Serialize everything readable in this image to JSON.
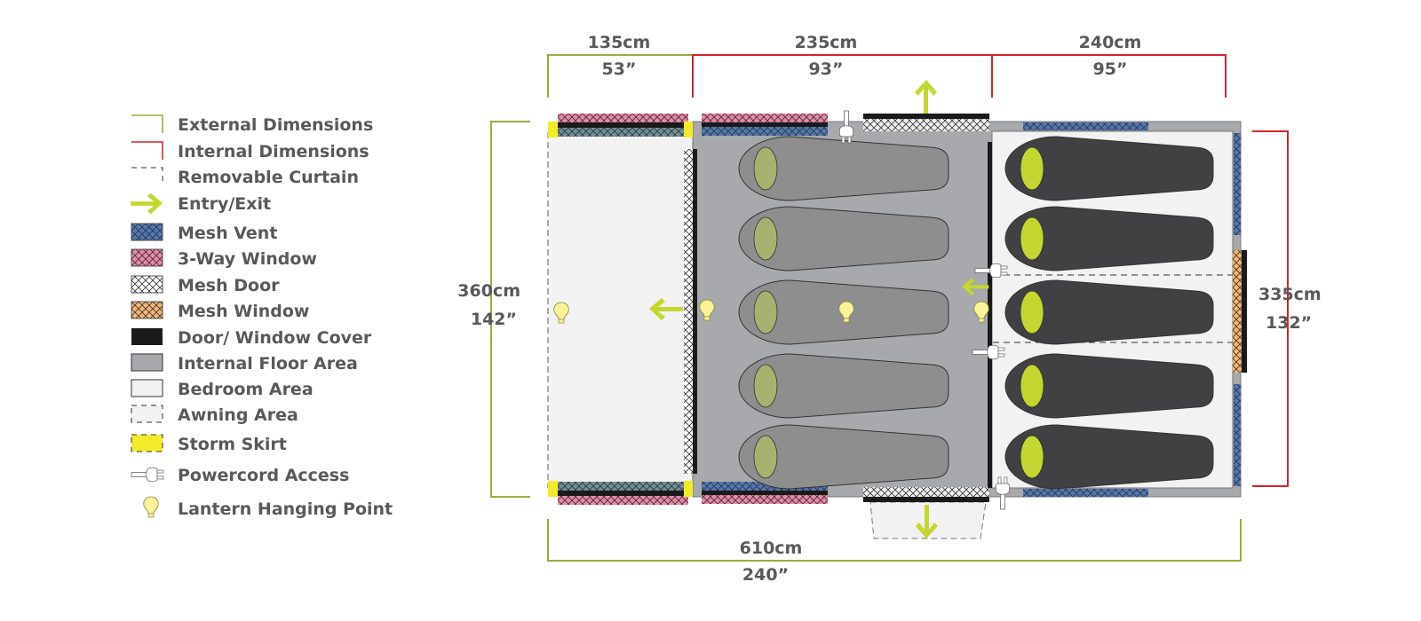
{
  "colors": {
    "external": "#9aad3c",
    "internal": "#d2232a",
    "arrow": "#c3d730",
    "mesh_vent": "#4f78b6",
    "three_way": "#ea87a8",
    "mesh_door": "#ffffff",
    "mesh_window": "#f5b577",
    "cover": "#1a1a1a",
    "floor": "#a7a9ac",
    "bedroom": "#f2f2f2",
    "storm": "#f3eb2a",
    "bag_dark": "#414042",
    "bag_grey": "#8e8e8e",
    "head_bright": "#c3d730",
    "head_dull": "#a8b170",
    "bulb": "#f9f39a"
  },
  "legend": [
    {
      "label": "External Dimensions",
      "icon": "external-dimension-icon"
    },
    {
      "label": "Internal Dimensions",
      "icon": "internal-dimension-icon"
    },
    {
      "label": "Removable Curtain",
      "icon": "curtain-icon"
    },
    {
      "label": "Entry/Exit",
      "icon": "arrow-icon"
    },
    {
      "label": "Mesh Vent",
      "icon": "mesh-vent-icon"
    },
    {
      "label": "3-Way Window",
      "icon": "three-way-window-icon"
    },
    {
      "label": "Mesh Door",
      "icon": "mesh-door-icon"
    },
    {
      "label": "Mesh Window",
      "icon": "mesh-window-icon"
    },
    {
      "label": "Door/ Window Cover",
      "icon": "cover-icon"
    },
    {
      "label": "Internal Floor Area",
      "icon": "floor-icon"
    },
    {
      "label": "Bedroom Area",
      "icon": "bedroom-icon"
    },
    {
      "label": "Awning Area",
      "icon": "awning-icon"
    },
    {
      "label": "Storm Skirt",
      "icon": "storm-skirt-icon"
    },
    {
      "label": "Powercord Access",
      "icon": "plug-icon"
    },
    {
      "label": "Lantern Hanging Point",
      "icon": "bulb-icon"
    }
  ],
  "dimensions": {
    "top_awning": {
      "cm": "135cm",
      "in": "53”"
    },
    "top_living": {
      "cm": "235cm",
      "in": "93”"
    },
    "top_bedroom": {
      "cm": "240cm",
      "in": "95”"
    },
    "left_height": {
      "cm": "360cm",
      "in": "142”"
    },
    "right_height": {
      "cm": "335cm",
      "in": "132”"
    },
    "bottom_length": {
      "cm": "610cm",
      "in": "240”"
    }
  },
  "sleeping_bags": {
    "living_area": 5,
    "bedroom": 5
  }
}
